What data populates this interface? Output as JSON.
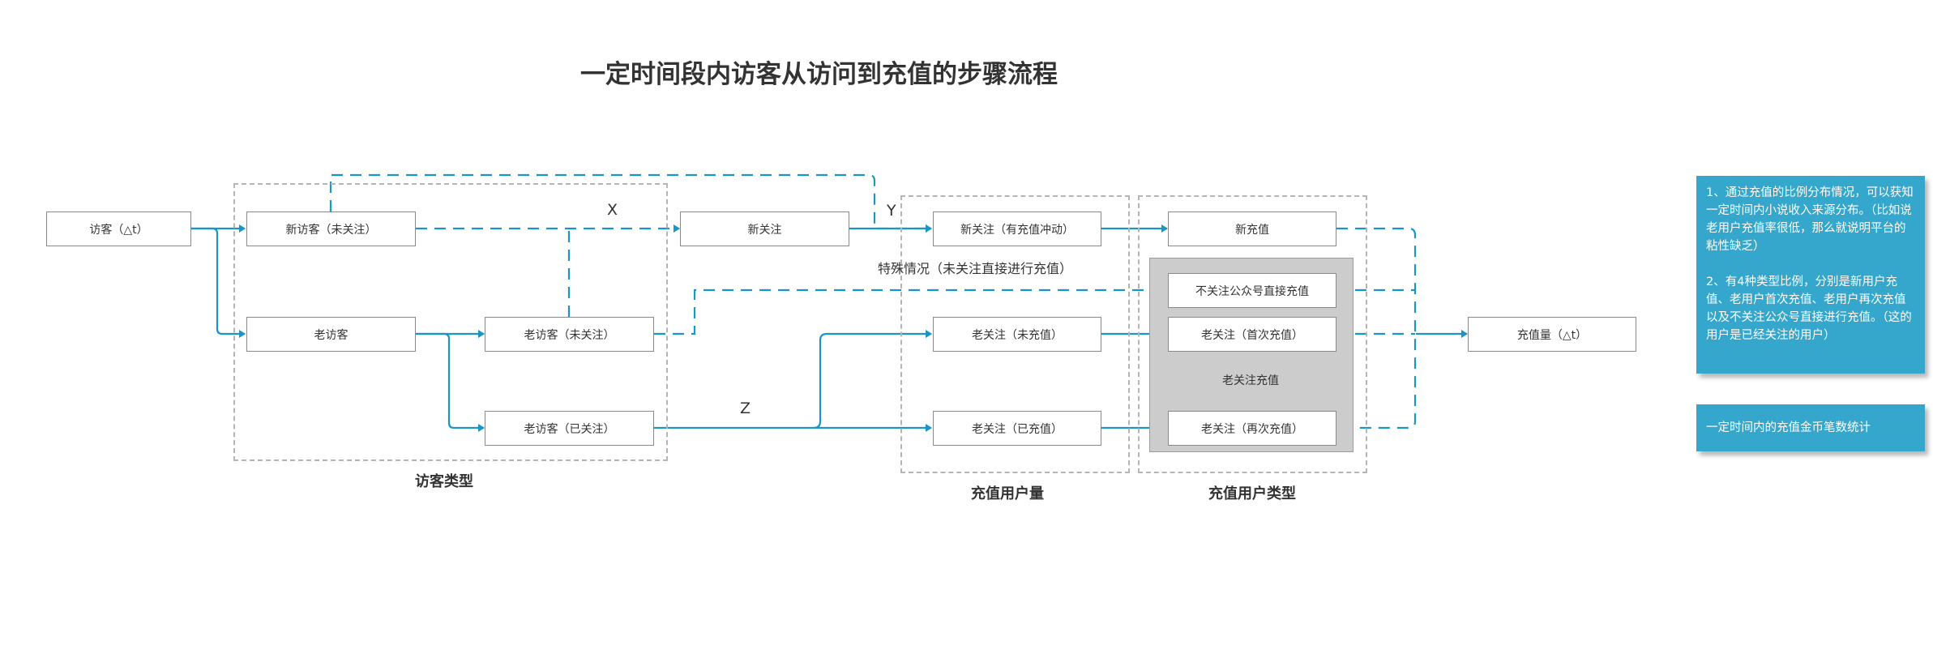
{
  "title": "一定时间段内访客从访问到充值的步骤流程",
  "colors": {
    "flow": "#1a96c6",
    "note_bg": "#35a6cc",
    "group_border": "#b5b5b5",
    "panel_bg": "#cccccc"
  },
  "nodes": {
    "visitor": "访客（△t）",
    "new_visitor": "新访客（未关注）",
    "old_visitor": "老访客",
    "old_visitor_unfollow": "老访客（未关注）",
    "old_visitor_follow": "老访客（已关注）",
    "new_follow": "新关注",
    "new_follow_impulse": "新关注（有充值冲动）",
    "old_follow_none": "老关注（未充值）",
    "old_follow_paid": "老关注（已充值）",
    "new_recharge": "新充值",
    "no_follow_recharge": "不关注公众号直接充值",
    "old_follow_first": "老关注（首次充值）",
    "old_follow_again": "老关注（再次充值）",
    "recharge_amount": "充值量（△t）"
  },
  "labels": {
    "x": "X",
    "y": "Y",
    "z": "Z",
    "special_case": "特殊情况（未关注直接进行充值）",
    "old_follow_recharge": "老关注充值",
    "visitor_types": "访客类型",
    "recharge_users": "充值用户量",
    "recharge_user_types": "充值用户类型"
  },
  "notes": {
    "note1": {
      "p1": "1、通过充值的比例分布情况，可以获知一定时间内小说收入来源分布。（比如说老用户充值率很低，那么就说明平台的粘性缺乏）",
      "p2": "2、有4种类型比例，分别是新用户充值、老用户首次充值、老用户再次充值以及不关注公众号直接进行充值。（这的用户是已经关注的用户）"
    },
    "note2": "一定时间内的充值金币笔数统计"
  }
}
